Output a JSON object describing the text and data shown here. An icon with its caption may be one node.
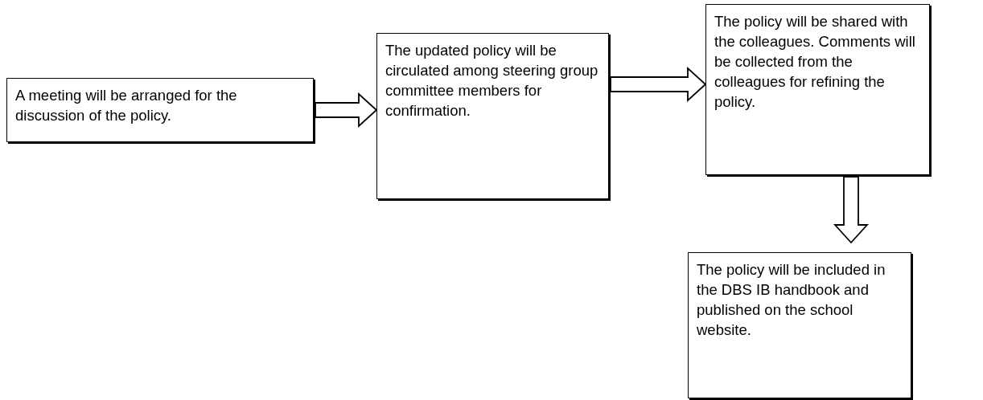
{
  "diagram": {
    "nodes": [
      {
        "text": [
          "A meeting will be arranged for the discussion of the policy."
        ]
      },
      {
        "text": [
          "The updated policy will be circulated among steering group  committee members for confirmation."
        ]
      },
      {
        "text": [
          "The policy will be shared with the colleagues. Comments will be collected from the colleagues for refining the policy."
        ]
      },
      {
        "text": [
          "The policy will be included in the DBS IB handbook and published on the school website."
        ]
      }
    ],
    "edges": [
      {
        "from": 0,
        "to": 1,
        "arrow": "to"
      },
      {
        "from": 1,
        "to": 2,
        "arrow": "to"
      },
      {
        "from": 2,
        "to": 3,
        "arrow": "to"
      }
    ]
  }
}
